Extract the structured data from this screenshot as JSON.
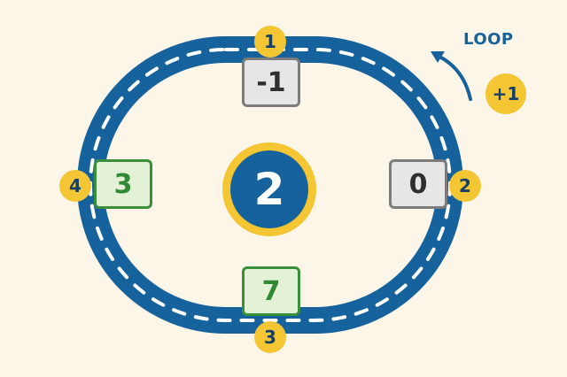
{
  "track": {
    "road_color": "#16629c",
    "dash_color": "#ffffff"
  },
  "center_value": "2",
  "loop": {
    "label": "LOOP",
    "increment": "+1"
  },
  "stations": [
    {
      "order": "1",
      "value": "-1",
      "style": "gray"
    },
    {
      "order": "2",
      "value": "0",
      "style": "gray"
    },
    {
      "order": "3",
      "value": "7",
      "style": "green"
    },
    {
      "order": "4",
      "value": "3",
      "style": "green"
    }
  ],
  "colors": {
    "background": "#fcf6e8",
    "accent_yellow": "#f4c633",
    "green": "#3a8f3a",
    "gray": "#7c7c7c"
  }
}
